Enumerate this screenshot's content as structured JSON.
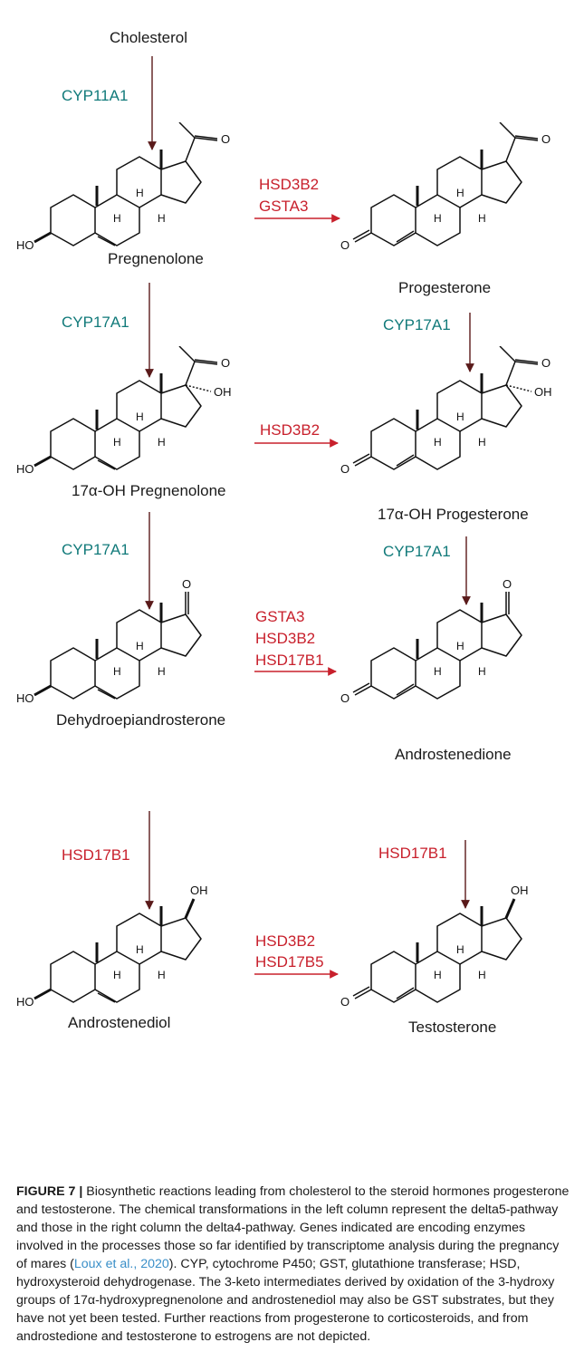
{
  "figure": {
    "precursor": "Cholesterol",
    "delta5_pathway": [
      {
        "id": "pregnenolone",
        "name": "Pregnenolone"
      },
      {
        "id": "oh-pregnenolone",
        "name": "17α-OH Pregnenolone"
      },
      {
        "id": "dhea",
        "name": "Dehydroepiandrosterone"
      },
      {
        "id": "androstenediol",
        "name": "Androstenediol"
      }
    ],
    "delta4_pathway": [
      {
        "id": "progesterone",
        "name": "Progesterone"
      },
      {
        "id": "oh-progesterone",
        "name": "17α-OH Progesterone"
      },
      {
        "id": "androstenedione",
        "name": "Androstenedione"
      },
      {
        "id": "testosterone",
        "name": "Testosterone"
      }
    ],
    "vertical_enzymes": {
      "cholesterol_to_pregnenolone": "CYP11A1",
      "left_1_to_2": "CYP17A1",
      "left_2_to_3": "CYP17A1",
      "left_3_to_4": "HSD17B1",
      "right_1_to_2": "CYP17A1",
      "right_2_to_3": "CYP17A1",
      "right_3_to_4": "HSD17B1"
    },
    "horizontal_enzymes": [
      [
        "HSD3B2",
        "GSTA3"
      ],
      [
        "HSD3B2"
      ],
      [
        "GSTA3",
        "HSD3B2",
        "HSD17B1"
      ],
      [
        "HSD3B2",
        "HSD17B5"
      ]
    ],
    "atom_labels": {
      "hydroxyl": "HO",
      "keto": "O",
      "hydrogen": "H",
      "oh": "OH"
    },
    "colors": {
      "cyp": "#117a7a",
      "hsd_gst": "#c8202c",
      "vertical_arrow": "#5a1a1a",
      "horizontal_arrow": "#c8202c"
    }
  },
  "caption": {
    "label": "FIGURE 7 |",
    "text_before_ref": " Biosynthetic reactions leading from cholesterol to the steroid hormones progesterone and testosterone. The chemical transformations in the left column represent the delta5-pathway and those in the right column the delta4-pathway. Genes indicated are encoding enzymes involved in the processes those so far identified by transcriptome analysis during the pregnancy of mares (",
    "reference": "Loux et al., 2020",
    "text_after_ref": "). CYP, cytochrome P450; GST, glutathione transferase; HSD, hydroxysteroid dehydrogenase. The 3-keto intermediates derived by oxidation of the 3-hydroxy groups of 17α-hydroxypregnenolone and androstenediol may also be GST substrates, but they have not yet been tested. Further reactions from progesterone to corticosteroids, and from androstedione and testosterone to estrogens are not depicted."
  }
}
